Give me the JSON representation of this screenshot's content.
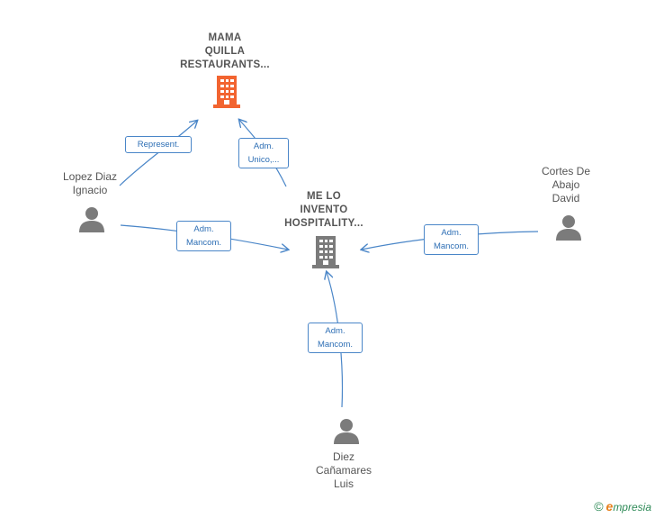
{
  "colors": {
    "edge": "#4a86c8",
    "person": "#7b7b7b",
    "company_main": "#f26430",
    "company_focus": "#7b7b7b"
  },
  "nodes": {
    "company_top": {
      "label": "MAMA\nQUILLA\nRESTAURANTS...",
      "icon": "building-icon"
    },
    "company_center": {
      "label": "ME LO\nINVENTO\nHOSPITALITY...",
      "icon": "building-icon"
    },
    "person_lopez": {
      "label": "Lopez Diaz\nIgnacio",
      "icon": "person-icon"
    },
    "person_cortes": {
      "label": "Cortes De\nAbajo\nDavid",
      "icon": "person-icon"
    },
    "person_diez": {
      "label": "Diez\nCañamares\nLuis",
      "icon": "person-icon"
    }
  },
  "edges": {
    "lopez_to_top": "Represent.",
    "center_to_top": "Adm.\nUnico,...",
    "lopez_to_center": "Adm.\nMancom.",
    "cortes_to_center": "Adm.\nMancom.",
    "diez_to_center": "Adm.\nMancom."
  },
  "footer": {
    "copyright": "©",
    "brand_initial": "e",
    "brand_rest": "mpresia"
  }
}
